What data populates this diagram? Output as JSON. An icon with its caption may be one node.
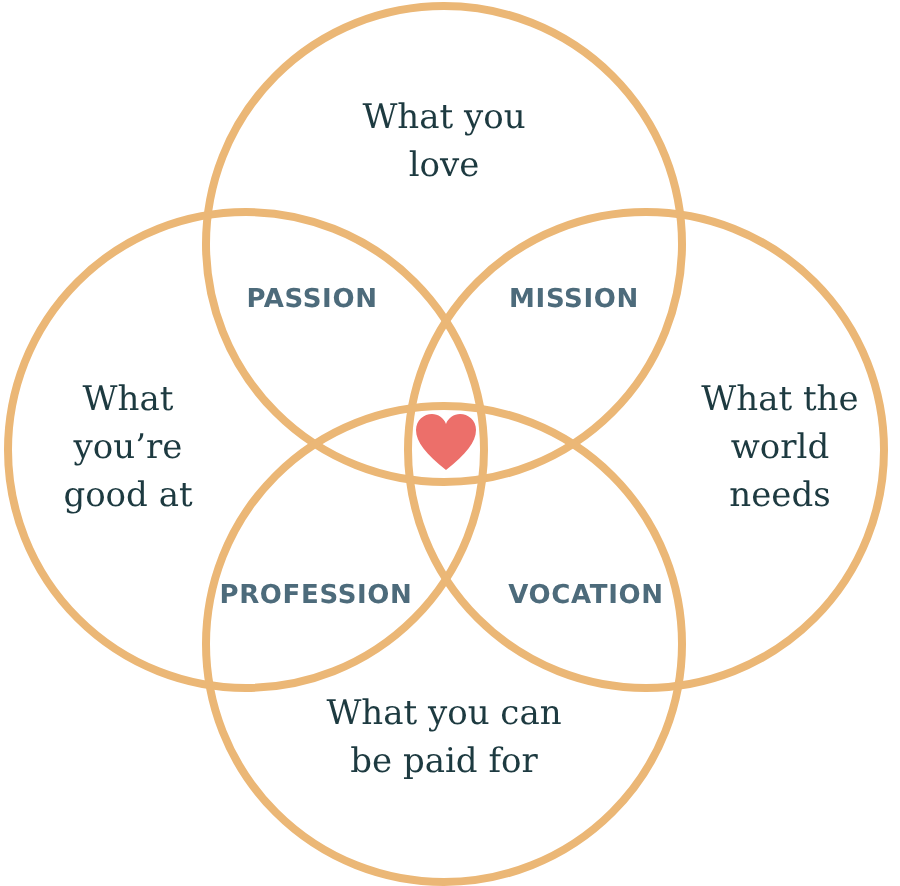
{
  "diagram": {
    "nodes": [
      {
        "text": [
          "What you love"
        ]
      },
      {
        "text": [
          "What you’re good at"
        ]
      },
      {
        "text": [
          "What the world needs"
        ]
      },
      {
        "text": [
          "What you can be paid for"
        ]
      }
    ],
    "labels": [
      "PASSION",
      "MISSION",
      "PROFESSION",
      "VOCATION"
    ]
  }
}
